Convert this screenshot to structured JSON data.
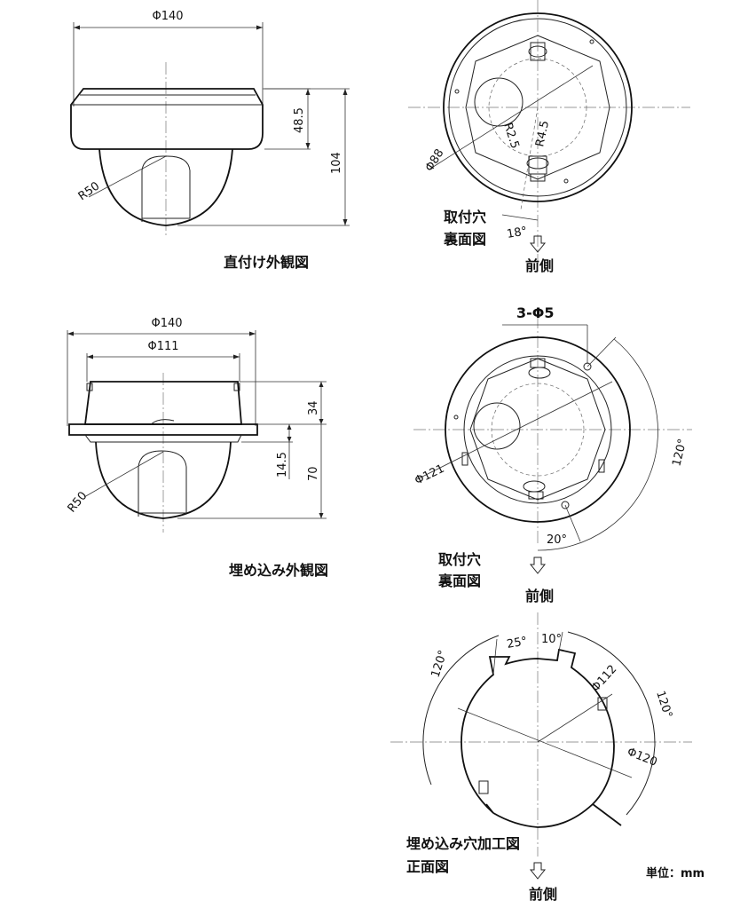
{
  "views": {
    "surface": {
      "caption": "直付け外観図",
      "dia": "Φ140",
      "height_top": "48.5",
      "height_total": "104",
      "radius": "R50"
    },
    "mount_back": {
      "caption_line1": "取付穴",
      "caption_line2": "裏面図",
      "dia": "Φ88",
      "r_small": "R2.5",
      "r_large": "R4.5",
      "angle": "18°",
      "front": "前側"
    },
    "flush": {
      "caption": "埋め込み外観図",
      "dia_outer": "Φ140",
      "dia_inner": "Φ111",
      "h_flange": "34",
      "h_lower": "14.5",
      "h_total": "70",
      "radius": "R50"
    },
    "flush_back": {
      "holes": "3-Φ5",
      "dia": "Φ121",
      "angle_large": "120°",
      "angle_small": "20°",
      "caption_line1": "取付穴",
      "caption_line2": "裏面図",
      "front": "前側"
    },
    "cutout": {
      "angle_left": "120°",
      "angle_right": "120°",
      "angle_a": "25°",
      "angle_b": "10°",
      "dia_inner": "Φ112",
      "dia_outer": "Φ120",
      "caption_line1": "埋め込み穴加工図",
      "caption_line2": "正面図",
      "front": "前側",
      "unit": "単位：mm"
    }
  }
}
